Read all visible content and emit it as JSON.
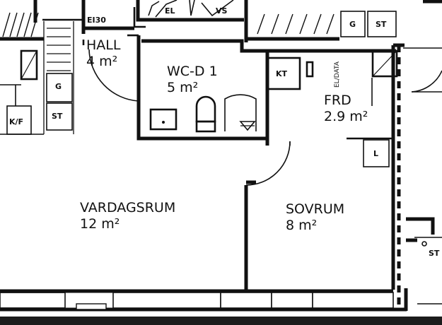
{
  "rooms": {
    "hall": {
      "name": "HALL",
      "area": "4 m²"
    },
    "wc": {
      "name": "WC-D 1",
      "area": "5 m²"
    },
    "frd": {
      "name": "FRD",
      "area": "2.9 m²"
    },
    "living": {
      "name": "VARDAGSRUM",
      "area": "12 m²"
    },
    "bedroom": {
      "name": "SOVRUM",
      "area": "8 m²"
    }
  },
  "fixtures": {
    "ei30": "EI30",
    "el": "EL",
    "vs": "VS",
    "g_top": "G",
    "st_top": "ST",
    "g_left": "G",
    "st_left": "ST",
    "kf": "K/F",
    "kt": "KT",
    "el_data": "EL/DATA",
    "l": "L",
    "st_right": "ST"
  }
}
